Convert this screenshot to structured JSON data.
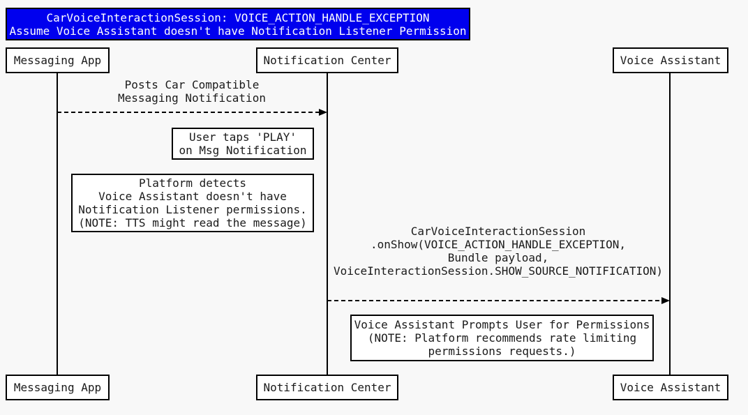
{
  "diagram": {
    "kind": "sequence-diagram",
    "title": {
      "line1": "CarVoiceInteractionSession: VOICE_ACTION_HANDLE_EXCEPTION",
      "line2": "Assume Voice Assistant doesn't have Notification Listener Permission",
      "bg_color": "#0000ee",
      "text_color": "#ffffff"
    },
    "actors": [
      {
        "id": "messaging-app",
        "label": "Messaging App"
      },
      {
        "id": "notification-center",
        "label": "Notification Center"
      },
      {
        "id": "voice-assistant",
        "label": "Voice Assistant"
      }
    ],
    "messages": [
      {
        "from": "messaging-app",
        "to": "notification-center",
        "line_style": "dashed",
        "label_lines": [
          "Posts Car Compatible",
          "Messaging Notification"
        ]
      },
      {
        "from": "notification-center",
        "to": "voice-assistant",
        "line_style": "dashed",
        "label_lines": [
          "CarVoiceInteractionSession",
          ".onShow(VOICE_ACTION_HANDLE_EXCEPTION,",
          "Bundle payload,",
          "VoiceInteractionSession.SHOW_SOURCE_NOTIFICATION)"
        ]
      }
    ],
    "notes": [
      {
        "over": "notification-center",
        "lines": [
          "User taps 'PLAY'",
          "on Msg Notification"
        ]
      },
      {
        "over": "messaging-app",
        "lines": [
          "Platform detects",
          "Voice Assistant doesn't have",
          "Notification Listener permissions.",
          "(NOTE: TTS might read the message)"
        ]
      },
      {
        "over": "voice-assistant",
        "lines": [
          "Voice Assistant Prompts User for Permissions",
          "(NOTE: Platform recommends rate limiting",
          "permissions requests.)"
        ]
      }
    ],
    "colors": {
      "background": "#f8f8f8",
      "line": "#000000",
      "box_background": "#ffffff",
      "text": "#1a1a1a"
    }
  }
}
